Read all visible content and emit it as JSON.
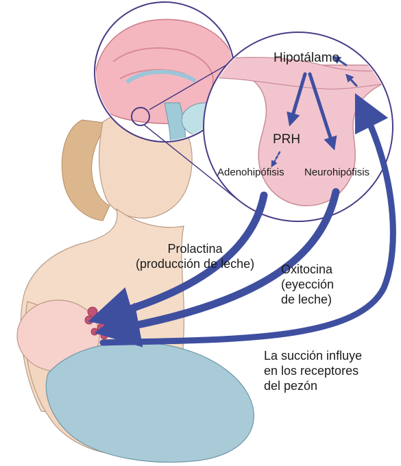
{
  "labels": {
    "hypothalamus": "Hipotálamo",
    "prh": "PRH",
    "adenohypophysis": "Adenohipófisis",
    "neurohypophysis": "Neurohipófisis",
    "prolactin_line1": "Prolactina",
    "prolactin_line2": "(producción de leche)",
    "oxytocin_line1": "Oxitocina",
    "oxytocin_line2": "(eyección",
    "oxytocin_line3": "de leche)",
    "suction_line1": "La succión influye",
    "suction_line2": "en los receptores",
    "suction_line3": "del pezón"
  },
  "colors": {
    "arrow": "#3f4fa0",
    "skin": "#f2d7c2",
    "hair": "#d9b38a",
    "pituitary": "#f2c6cf",
    "brain": "#f4b8c0",
    "blanket": "#a8ccd9",
    "gland": "#c0506e",
    "circle_outline": "#4a3b86"
  }
}
